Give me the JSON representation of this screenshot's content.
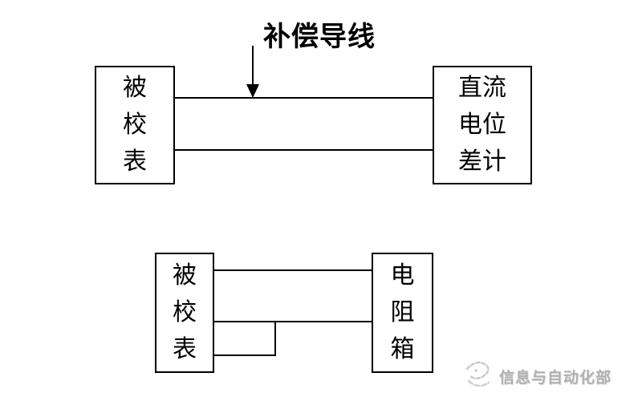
{
  "diagram_top": {
    "annotation_label": "补偿导线",
    "left_box": {
      "lines": [
        "被",
        "校",
        "表"
      ]
    },
    "right_box": {
      "lines": [
        "直流",
        "电位",
        "差计"
      ]
    }
  },
  "diagram_bottom": {
    "left_box": {
      "lines": [
        "被",
        "校",
        "表"
      ]
    },
    "right_box": {
      "lines": [
        "电",
        "阻",
        "箱"
      ]
    }
  },
  "watermark": {
    "text": "信息与自动化部"
  },
  "colors": {
    "line": "#000000",
    "box_border": "#000000",
    "background": "#ffffff",
    "watermark_text": "#b0b0b0"
  }
}
